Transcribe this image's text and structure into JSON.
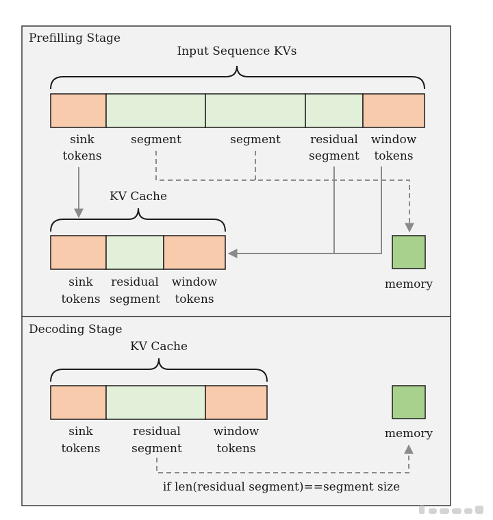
{
  "prefill": {
    "stage_title": "Prefilling Stage",
    "input_title": "Input Sequence KVs",
    "input_blocks": [
      {
        "type": "sink",
        "l1": "sink",
        "l2": "tokens"
      },
      {
        "type": "segment",
        "l1": "segment",
        "l2": ""
      },
      {
        "type": "segment",
        "l1": "segment",
        "l2": ""
      },
      {
        "type": "residual",
        "l1": "residual",
        "l2": "segment"
      },
      {
        "type": "window",
        "l1": "window",
        "l2": "tokens"
      }
    ],
    "cache_title": "KV Cache",
    "cache_blocks": [
      {
        "type": "sink",
        "l1": "sink",
        "l2": "tokens"
      },
      {
        "type": "residual",
        "l1": "residual",
        "l2": "segment"
      },
      {
        "type": "window",
        "l1": "window",
        "l2": "tokens"
      }
    ],
    "memory_label": "memory"
  },
  "decode": {
    "stage_title": "Decoding Stage",
    "cache_title": "KV Cache",
    "cache_blocks": [
      {
        "type": "sink",
        "l1": "sink",
        "l2": "tokens"
      },
      {
        "type": "residual",
        "l1": "residual",
        "l2": "segment"
      },
      {
        "type": "window",
        "l1": "window",
        "l2": "tokens"
      }
    ],
    "memory_label": "memory",
    "condition": "if len(residual segment)==segment size"
  },
  "colors": {
    "sink": "#f8cbad",
    "segment": "#e2efd9",
    "residual": "#e2efd9",
    "window": "#f8cbad",
    "memory": "#a9d18e",
    "panel": "#f2f2f2",
    "stroke": "#3a3a3a",
    "arrow": "#8a8a8a"
  }
}
